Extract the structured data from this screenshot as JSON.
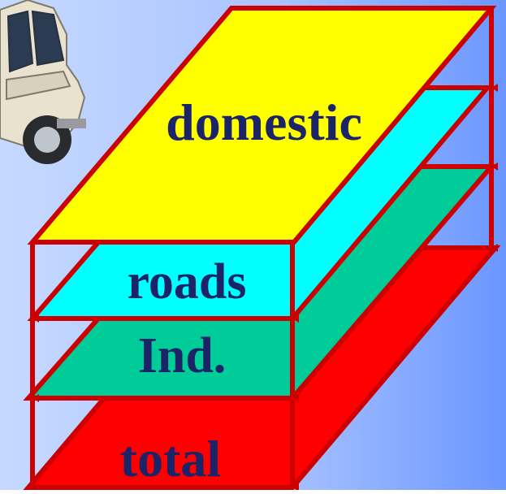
{
  "layers": [
    {
      "label": "domestic",
      "fill": "#ffff00"
    },
    {
      "label": "roads",
      "fill": "#00ffff"
    },
    {
      "label": "Ind.",
      "fill": "#00cc99"
    },
    {
      "label": "total",
      "fill": "#ff0000"
    }
  ],
  "colors": {
    "background_start": "#c6d9ff",
    "background_end": "#6a96ff",
    "outline": "#cc0000",
    "label_text": "#1a2466"
  },
  "icons": {
    "vehicle": "suv-car-icon"
  }
}
